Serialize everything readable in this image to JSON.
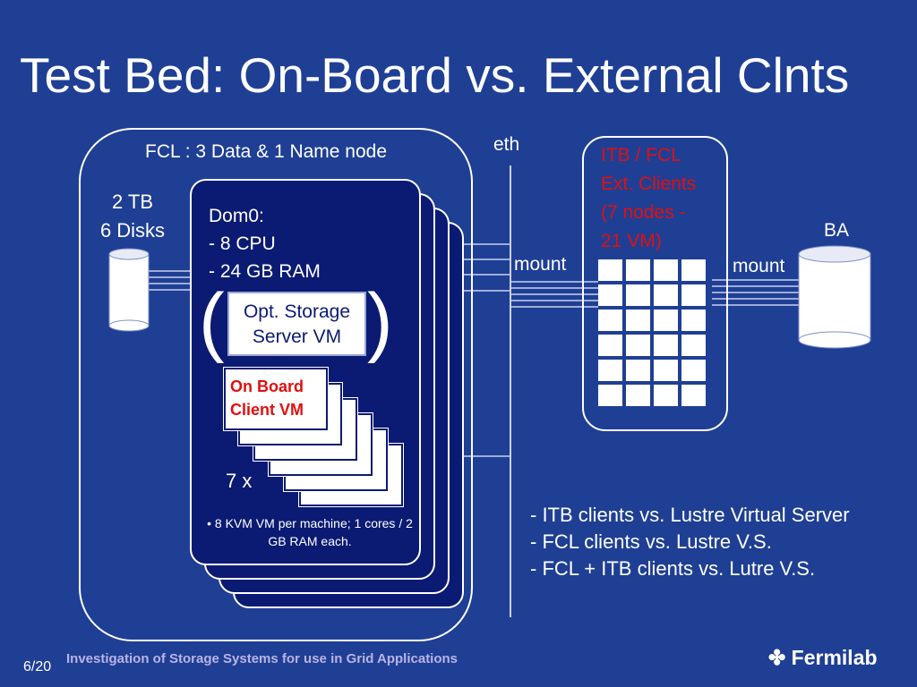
{
  "slide": {
    "title": "Test Bed: On-Board vs. External Clnts",
    "fcl_label": "FCL : 3 Data & 1 Name node",
    "disk_label_line1": "2 TB",
    "disk_label_line2": "6 Disks",
    "dom0_title": "Dom0:",
    "dom0_cpu": "- 8 CPU",
    "dom0_ram": "- 24 GB RAM",
    "paren_left": "(",
    "paren_right": ")",
    "opt_storage_line1": "Opt. Storage",
    "opt_storage_line2": "Server VM",
    "onboard_line1": "On Board",
    "onboard_line2": "Client VM",
    "multiplier": "7 x",
    "kvm_bullet": "• 8 KVM VM per machine; 1 cores / 2 GB RAM each.",
    "eth_label": "eth",
    "mount_left": "mount",
    "mount_right": "mount",
    "itb_line1": "ITB / FCL",
    "itb_line2": "Ext. Clients",
    "itb_line3": "(7 nodes -",
    "itb_line4": "21 VM)",
    "ba_label": "BA",
    "bullets": [
      "- ITB clients vs. Lustre Virtual Server",
      "- FCL clients vs. Lustre V.S.",
      "- FCL + ITB clients vs. Lutre V.S."
    ],
    "footer": "Investigation of Storage Systems for use in Grid Applications",
    "page_number": "6/20",
    "logo_text": "Fermilab"
  },
  "colors": {
    "background": "#1f3f94",
    "dom_fill": "#0b1b73",
    "highlight_red": "#e01010",
    "footer_text": "#b9b3e6"
  }
}
